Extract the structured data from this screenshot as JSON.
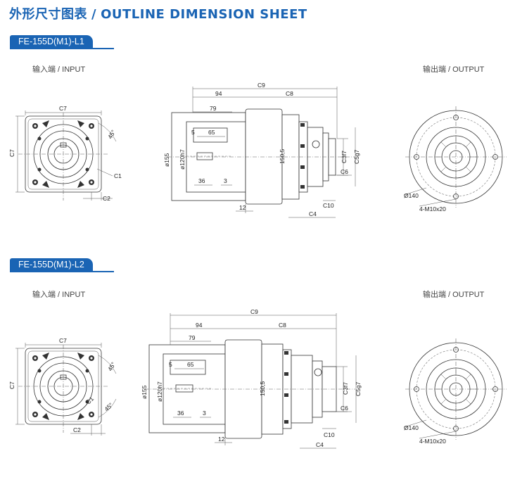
{
  "header": {
    "title_cn": "外形尺寸图表",
    "separator": "/",
    "title_en": "OUTLINE DIMENSION SHEET"
  },
  "sections": [
    {
      "model": "FE-155D(M1)-L1",
      "input_label": "输入端 / INPUT",
      "output_label": "输出端 / OUTPUT",
      "dims": {
        "c7_top": "C7",
        "c7_side": "C7",
        "angle": "45°",
        "c1": "C1",
        "c2": "C2",
        "c9": "C9",
        "d94": "94",
        "c8": "C8",
        "d79": "79",
        "d5": "5",
        "d65": "65",
        "d155": "ø155",
        "d120": "ø120h7",
        "d36": "36",
        "d3": "3",
        "d150_5": "150,5",
        "d12": "12",
        "c3": "C3f7",
        "c5": "C5g7",
        "c6": "C6",
        "c10": "C10",
        "c4": "C4",
        "d140": "Ø140",
        "bolt": "4-M10x20"
      }
    },
    {
      "model": "FE-155D(M1)-L2",
      "input_label": "输入端 / INPUT",
      "output_label": "输出端 / OUTPUT",
      "dims": {
        "c7_top": "C7",
        "c7_side": "C7",
        "angle": "45°",
        "angle2": "45°",
        "c1": "C1",
        "c2": "C2",
        "c9": "C9",
        "d94": "94",
        "c8": "C8",
        "d79": "79",
        "d5": "5",
        "d65": "65",
        "d155": "ø155",
        "d120": "ø120h7",
        "d36": "36",
        "d3": "3",
        "d150_5": "150,5",
        "d12": "12",
        "c3": "C3f7",
        "c5": "C5g7",
        "c6": "C6",
        "c10": "C10",
        "c4": "C4",
        "d140": "Ø140",
        "bolt": "4-M10x20"
      }
    }
  ]
}
